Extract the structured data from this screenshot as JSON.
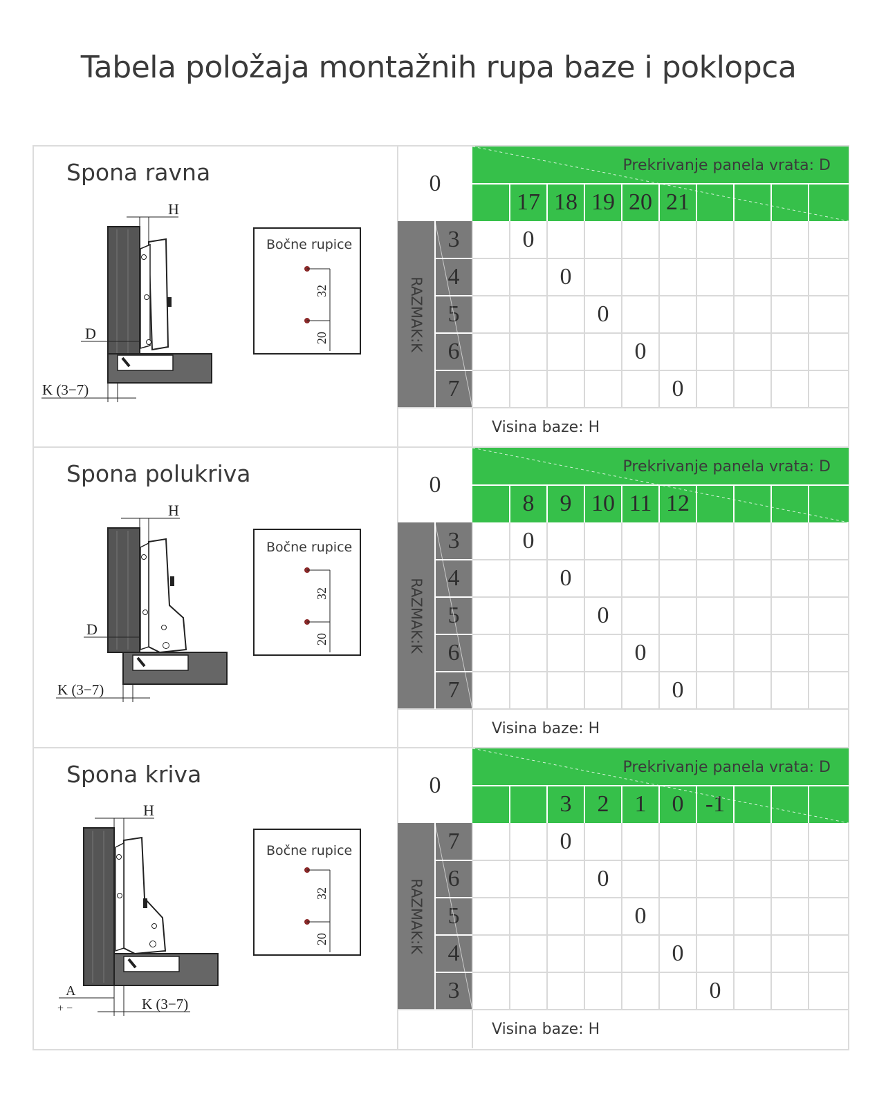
{
  "title": "Tabela položaja montažnih rupa baze i poklopca",
  "sections": [
    {
      "label": "Spona ravna",
      "drawing": {
        "h_label": "H",
        "d_label": "D",
        "k_label": "K (3−7)",
        "side_holes_label": "Bočne rupice",
        "dim_32": "32",
        "dim_20": "20"
      },
      "table": {
        "corner": "0",
        "header": "Prekrivanje panela vrata: D",
        "d_values": [
          "",
          "17",
          "18",
          "19",
          "20",
          "21",
          "",
          "",
          ""
        ],
        "k_axis_label": "RAZMAK:K",
        "k_values": [
          "3",
          "4",
          "5",
          "6",
          "7"
        ],
        "cell_value": "0",
        "footer": "Visina baze: H"
      }
    },
    {
      "label": "Spona polukriva",
      "drawing": {
        "h_label": "H",
        "d_label": "D",
        "k_label": "K (3−7)",
        "side_holes_label": "Bočne rupice",
        "dim_32": "32",
        "dim_20": "20"
      },
      "table": {
        "corner": "0",
        "header": "Prekrivanje panela vrata: D",
        "d_values": [
          "",
          "8",
          "9",
          "10",
          "11",
          "12",
          "",
          "",
          ""
        ],
        "k_axis_label": "RAZMAK:K",
        "k_values": [
          "3",
          "4",
          "5",
          "6",
          "7"
        ],
        "cell_value": "0",
        "footer": "Visina baze: H"
      }
    },
    {
      "label": "Spona kriva",
      "drawing": {
        "h_label": "H",
        "a_label": "A",
        "plus_minus": "+  −",
        "k_label": "K (3−7)",
        "side_holes_label": "Bočne rupice",
        "dim_32": "32",
        "dim_20": "20"
      },
      "table": {
        "corner": "0",
        "header": "Prekrivanje panela vrata: D",
        "d_values": [
          "",
          "",
          "3",
          "2",
          "1",
          "0",
          "-1",
          "",
          ""
        ],
        "k_axis_label": "RAZMAK:K",
        "k_values": [
          "7",
          "6",
          "5",
          "4",
          "3"
        ],
        "cell_value": "0",
        "footer": "Visina baze: H"
      }
    }
  ]
}
